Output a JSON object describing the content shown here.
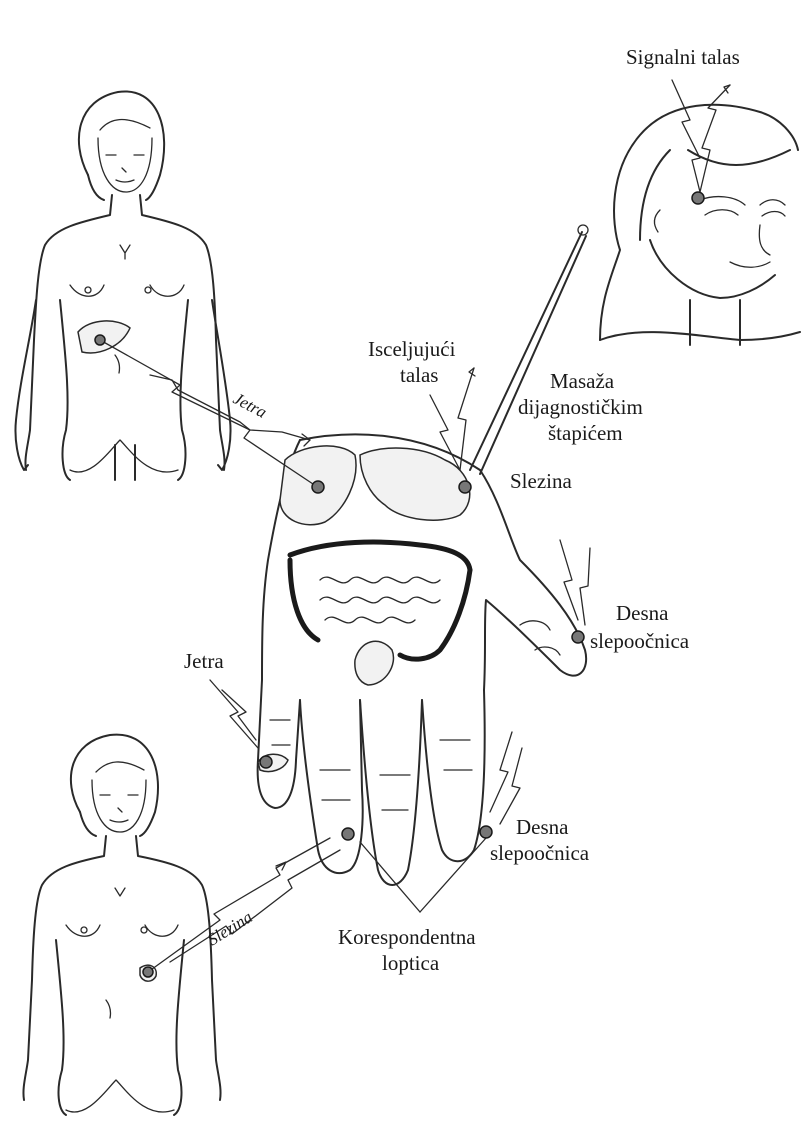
{
  "labels": {
    "signal_wave": "Signalni talas",
    "healing_wave": [
      "Isceljujući",
      "talas"
    ],
    "massage": [
      "Masaža",
      "dijagnostičkim",
      "štapićem"
    ],
    "spleen_hand": "Slezina",
    "liver_arrow_top": "Jetra",
    "liver_left": "Jetra",
    "right_temple_thumb": [
      "Desna",
      "slepoočnica"
    ],
    "right_temple_finger": [
      "Desna",
      "slepoočnica"
    ],
    "spleen_arrow_bottom": "Slezina",
    "corresponding_ball": [
      "Korespondentna",
      "loptica"
    ]
  },
  "colors": {
    "ink": "#2a2a2a",
    "point": "#777777",
    "background": "#ffffff"
  }
}
